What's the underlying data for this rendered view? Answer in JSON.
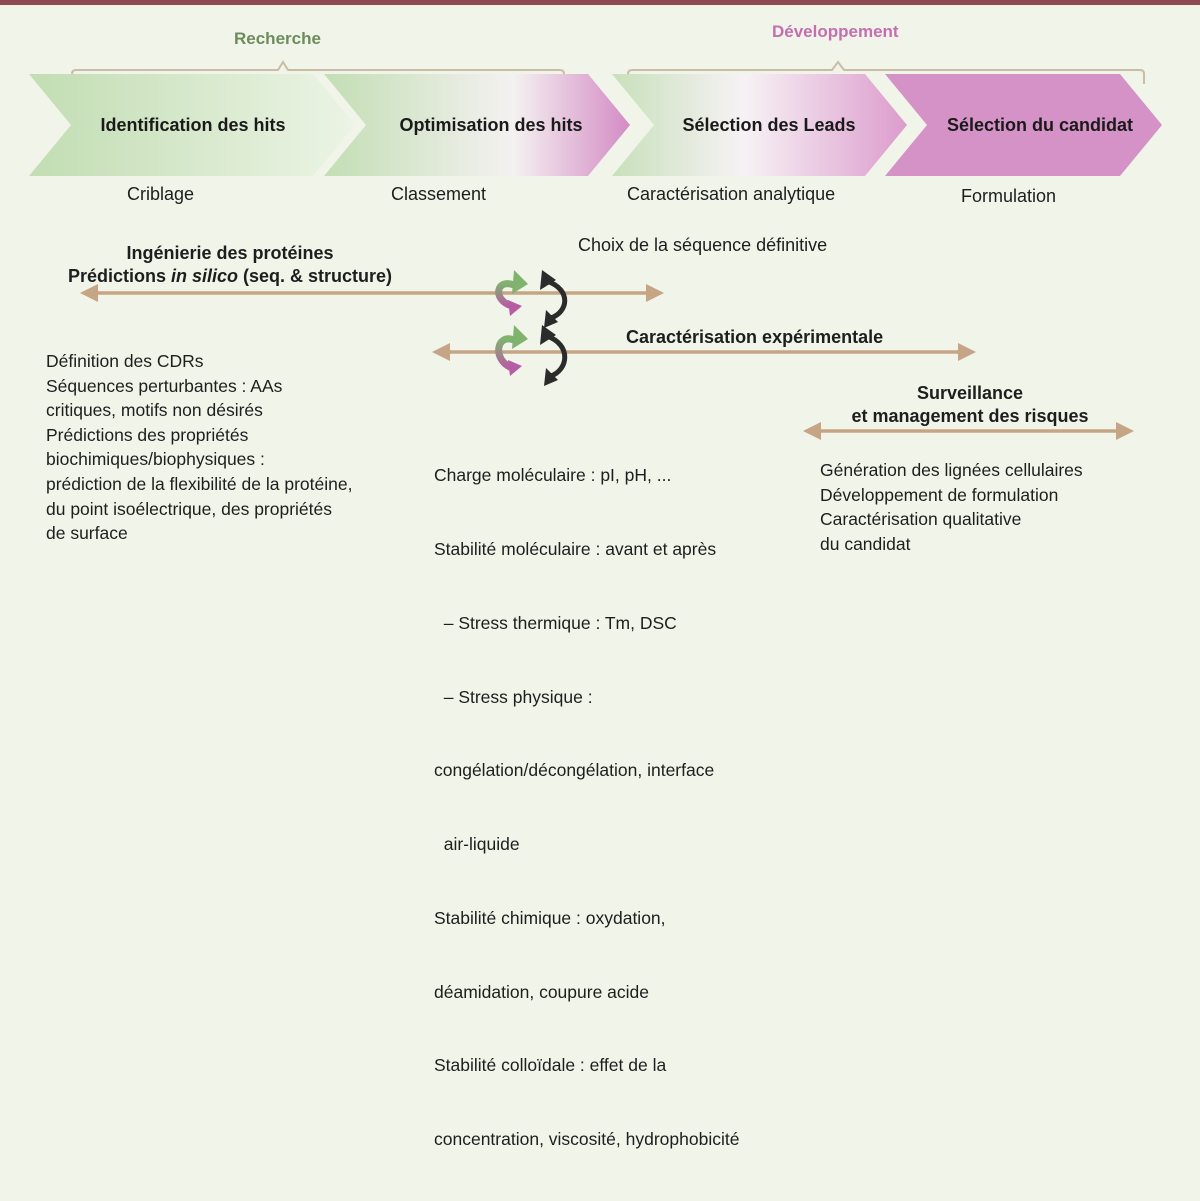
{
  "colors": {
    "top_bar": "#8e4a52",
    "background": "#f1f4e9",
    "green": "#c5dfb8",
    "magenta": "#d492c7",
    "arrow": "#c5a584",
    "bracket": "#c9bda6"
  },
  "phases": {
    "research": "Recherche",
    "development": "Développement"
  },
  "steps": [
    {
      "title": "Identification des hits",
      "subtitle": "Criblage"
    },
    {
      "title": "Optimisation des hits",
      "subtitle": "Classement"
    },
    {
      "title": "Sélection des Leads",
      "subtitle": "Caractérisation analytique"
    },
    {
      "title": "Sélection du candidat",
      "subtitle": "Formulation"
    }
  ],
  "engineering": {
    "line1": "Ingénierie des protéines",
    "line2_pre": "Prédictions ",
    "line2_italic": "in silico",
    "line2_post": " (seq. & structure)",
    "items": [
      "Définition des CDRs",
      "Séquences perturbantes : AAs",
      "critiques, motifs non désirés",
      "Prédictions des propriétés",
      "biochimiques/biophysiques :",
      "prédiction de la flexibilité de la protéine,",
      "du point isoélectrique, des propriétés",
      "de surface"
    ]
  },
  "sequence_choice": "Choix de la séquence définitive",
  "experimental": {
    "title": "Caractérisation expérimentale",
    "items": [
      "Charge moléculaire : pI, pH, ...",
      "Stabilité moléculaire : avant et après",
      "  – Stress thermique : Tm, DSC",
      "  – Stress physique :",
      "congélation/décongélation, interface",
      "  air-liquide",
      "Stabilité chimique : oxydation,",
      "déamidation, coupure acide",
      "Stabilité colloïdale : effet de la",
      "concentration, viscosité, hydrophobicité"
    ]
  },
  "surveillance": {
    "line1": "Surveillance",
    "line2": "et management des risques",
    "items": [
      "Génération des lignées cellulaires",
      "Développement de formulation",
      "Caractérisation qualitative",
      "du candidat"
    ]
  }
}
